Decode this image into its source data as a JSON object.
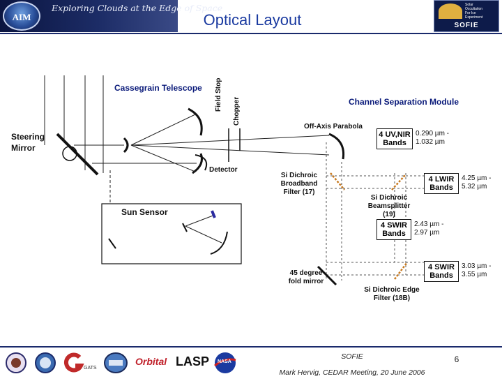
{
  "header": {
    "logo_text": "AIM",
    "tagline": "Exploring Clouds at the Edge of Space",
    "title": "Optical Layout",
    "sofie_logo": {
      "small_text": "Solar\nOccultation\nFor Ice\nExperiment",
      "name": "SOFIE"
    }
  },
  "diagram": {
    "cassegrain": "Cassegrain Telescope",
    "field_stop": "Field Stop",
    "chopper": "Chopper",
    "steering_mirror": "Steering Mirror",
    "detector": "Detector",
    "sun_sensor": "Sun Sensor",
    "csm_title": "Channel Separation Module",
    "off_axis": "Off-Axis Parabola",
    "si_broadband": "Si Dichroic Broadband Filter (17)",
    "si_beamsplitter": "Si Dichroic Beamsplitter (19)",
    "fold_mirror": "45 degree fold mirror",
    "si_edge": "Si Dichroic Edge Filter (18B)",
    "bands": [
      {
        "box": "4 UV,NIR Bands",
        "range": "0.290 µm - 1.032 µm"
      },
      {
        "box": "4 LWIR Bands",
        "range": "4.25 µm - 5.32 µm"
      },
      {
        "box": "4 SWIR Bands",
        "range": "2.43 µm - 2.97 µm"
      },
      {
        "box": "4 SWIR Bands",
        "range": "3.03 µm - 3.55 µm"
      }
    ]
  },
  "footer": {
    "gats": "GATS",
    "orbital": "Orbital",
    "lasp": "LASP",
    "nasa": "NASA",
    "center_line1": "SOFIE",
    "center_line2": "Mark Hervig, CEDAR Meeting, 20 June 2006",
    "page": "6"
  },
  "colors": {
    "accent": "#1a3aa0",
    "header_dark": "#0b1540",
    "detector_blue": "#2a2aa0",
    "dichroic_orange": "#c87a20"
  }
}
